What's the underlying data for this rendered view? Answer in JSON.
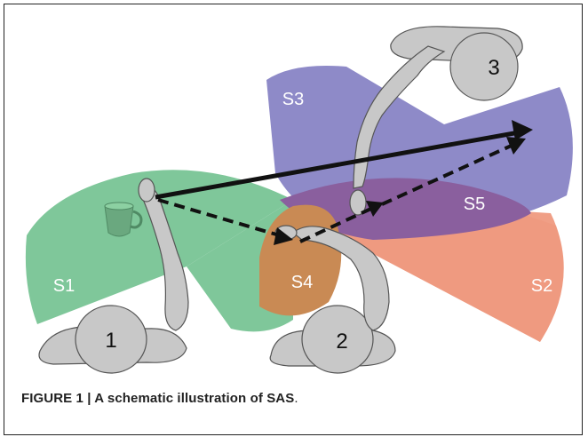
{
  "figure": {
    "caption_bold": "FIGURE 1 | A schematic illustration of SAS",
    "caption_tail": "."
  },
  "regions": {
    "s1": "S1",
    "s2": "S2",
    "s3": "S3",
    "s4": "S4",
    "s5": "S5"
  },
  "persons": {
    "p1": "1",
    "p2": "2",
    "p3": "3"
  },
  "colors": {
    "s1": "#7fc79a",
    "s2": "#ef9a80",
    "s3": "#8e8ac8",
    "s4": "#c98a54",
    "s5": "#8a5f9e",
    "person": "#c8c8c8",
    "outline": "#333333"
  },
  "objects": [
    "cup-icon"
  ]
}
